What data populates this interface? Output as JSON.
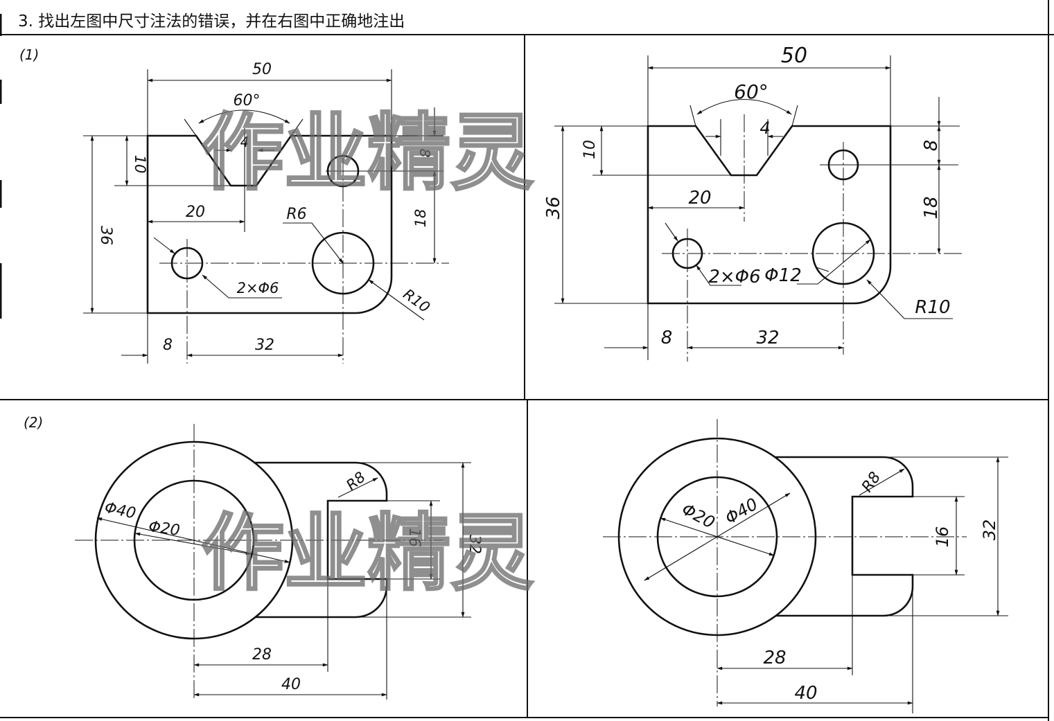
{
  "header": {
    "title": "3. 找出左图中尺寸注法的错误，并在右图中正确地注出"
  },
  "watermark": "作业精灵",
  "problems": [
    {
      "label": "(1)",
      "left_dims": {
        "width": "50",
        "angle": "60°",
        "slot": "4",
        "depth": "10",
        "height": "36",
        "hole_up": "8",
        "hole_gap": "18",
        "slot_pos": "20",
        "radius_big": "R6",
        "holes_small": "2×Φ6",
        "corner": "R10",
        "x_left": "8",
        "x_mid": "32"
      },
      "right_dims": {
        "width": "50",
        "angle": "60°",
        "slot": "4",
        "depth": "10",
        "height": "36",
        "hole_up": "8",
        "hole_gap": "18",
        "slot_pos": "20",
        "holes_small": "2×Φ6",
        "hole_big": "Φ12",
        "corner": "R10",
        "x_left": "8",
        "x_mid": "32"
      }
    },
    {
      "label": "(2)",
      "left_dims": {
        "outer": "Φ40",
        "inner": "Φ20",
        "radius": "R8",
        "slot": "16",
        "height": "32",
        "len_a": "28",
        "len_b": "40"
      },
      "right_dims": {
        "outer": "Φ40",
        "inner": "Φ20",
        "radius": "R8",
        "slot": "16",
        "height": "32",
        "len_a": "28",
        "len_b": "40"
      }
    }
  ]
}
